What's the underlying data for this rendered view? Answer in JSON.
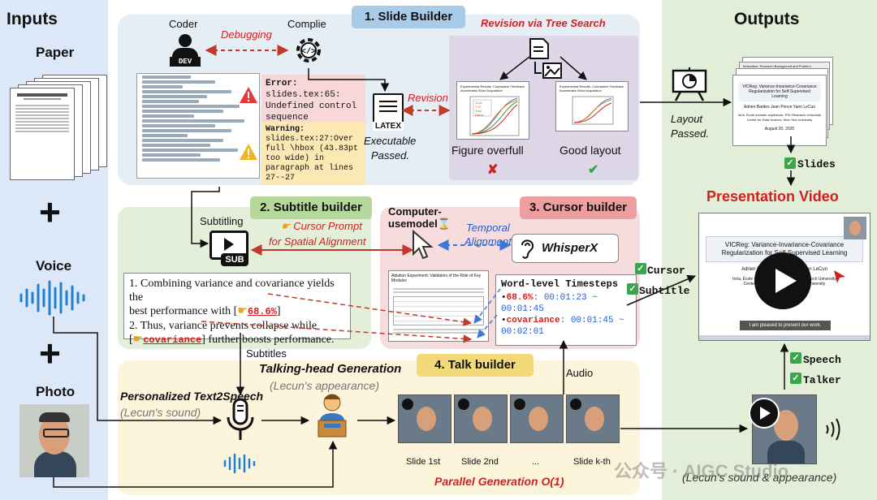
{
  "inputs": {
    "title": "Inputs",
    "paper": "Paper",
    "plus": "+",
    "voice": "Voice",
    "photo": "Photo"
  },
  "outputs": {
    "title": "Outputs",
    "layout_passed_1": "Layout",
    "layout_passed_2": "Passed.",
    "slides": "Slides",
    "presentation_video": "Presentation Video",
    "cursor": "Cursor",
    "subtitle": "Subtitle",
    "speech": "Speech",
    "talker": "Talker",
    "footer": "(Lecun's sound & appearance)",
    "slide_title": "VICReg: Variance-Invariance-Covariance Regularization for Self-Supervised Learning",
    "slide_authors": "Adrien Bardes   Jean Ponce   Yann LeCun",
    "slide_affil_1": "Inria, École normale supérieure, PSL Research University",
    "slide_affil_2": "Center for Data Science, New York University",
    "slide_date": "August 20, 2025",
    "slide_caption": "I am pleased to present our work.",
    "slide_header": "Motivation: Research Background and Problem Statement"
  },
  "slide_builder": {
    "label": "1. Slide Builder",
    "coder": "Coder",
    "complie": "Complie",
    "debugging": "Debugging",
    "dev": "DEV",
    "error_title": "Error:",
    "error_body": "slides.tex:65: Undefined control sequence",
    "warning_title": "Warning:",
    "warning_body": "slides.tex:27:Over full \\hbox (43.83pt too wide) in paragraph at lines 27--27",
    "revision": "Revision",
    "latex": "LATEX",
    "executable": "Executable",
    "passed": "Passed.",
    "tree_search": "Revision via Tree Search",
    "figure_overfull": "Figure overfull",
    "good_layout": "Good layout",
    "mini_title": "Experimental Results: Contrastive Feedback Accelerates Word Acquisition",
    "legend": [
      "CLM",
      "ThD",
      "Trial",
      "Demo"
    ]
  },
  "subtitle_builder": {
    "label": "2. Subtitle builder",
    "subtitling": "Subtitling",
    "sub": "SUB",
    "cursor_prompt": "Cursor Prompt",
    "spatial_alignment": "for Spatial Alignment",
    "line1a": "1. Combining variance and covariance yields the",
    "line1b": "best performance with [",
    "token1": "68.6%",
    "line1c": "]",
    "line2a": "2. Thus, variance prevents collapse while",
    "line2b": "[",
    "token2": "covariance",
    "line2c": "] further boosts performance.",
    "subtitles": "Subtitles"
  },
  "cursor_builder": {
    "label": "3. Cursor builder",
    "computer_use": "Computer-",
    "usemodel": "usemodel",
    "temporal": "Temporal",
    "alignment": "Alignment",
    "whisperx": "WhisperX",
    "timesteps_title": "Word-level Timesteps",
    "ts1_word": "68.6%",
    "ts1_time": ": 00:01:23 ~ 00:01:45",
    "ts2_word": "covariance",
    "ts2_time": ": 00:01:45 ~ 00:02:01",
    "ablation_title": "Ablation Experiment: Validation of the Role of Key Modules"
  },
  "talk_builder": {
    "label": "4. Talk builder",
    "talking_head": "Talking-head Generation",
    "lecun_appearance": "(Lecun's appearance)",
    "t2s": "Personalized Text2Speech",
    "lecun_sound": "(Lecun's sound)",
    "audio": "Audio",
    "slides": [
      "Slide 1st",
      "Slide 2nd",
      "...",
      "Slide k-th"
    ],
    "parallel": "Parallel Generation O(1)"
  },
  "watermark": "公众号 · AIGC Studio",
  "colors": {
    "inputs_bg": "#dce8f8",
    "outputs_bg": "#e3eed8",
    "slide_builder_bg": "#e6eef5",
    "subtitle_bg": "#e4efd9",
    "cursor_bg": "#f6dcdc",
    "talk_bg": "#fdf4dc",
    "accent_red": "#d21f1f",
    "accent_blue": "#1f5fd2"
  }
}
